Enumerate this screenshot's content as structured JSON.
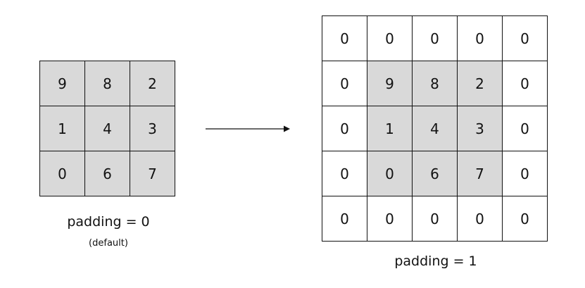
{
  "left_grid": {
    "rows": [
      [
        "9",
        "8",
        "2"
      ],
      [
        "1",
        "4",
        "3"
      ],
      [
        "0",
        "6",
        "7"
      ]
    ],
    "shaded_color": "#d9d9d9"
  },
  "left_caption": "padding = 0",
  "left_subcaption": "(default)",
  "right_grid": {
    "rows": [
      [
        "0",
        "0",
        "0",
        "0",
        "0"
      ],
      [
        "0",
        "9",
        "8",
        "2",
        "0"
      ],
      [
        "0",
        "1",
        "4",
        "3",
        "0"
      ],
      [
        "0",
        "0",
        "6",
        "7",
        "0"
      ],
      [
        "0",
        "0",
        "0",
        "0",
        "0"
      ]
    ],
    "padding": 1,
    "pad_color": "#ffffff",
    "shaded_color": "#d9d9d9"
  },
  "right_caption": "padding = 1",
  "arrow": {
    "icon": "right-arrow-icon",
    "direction": "right"
  }
}
